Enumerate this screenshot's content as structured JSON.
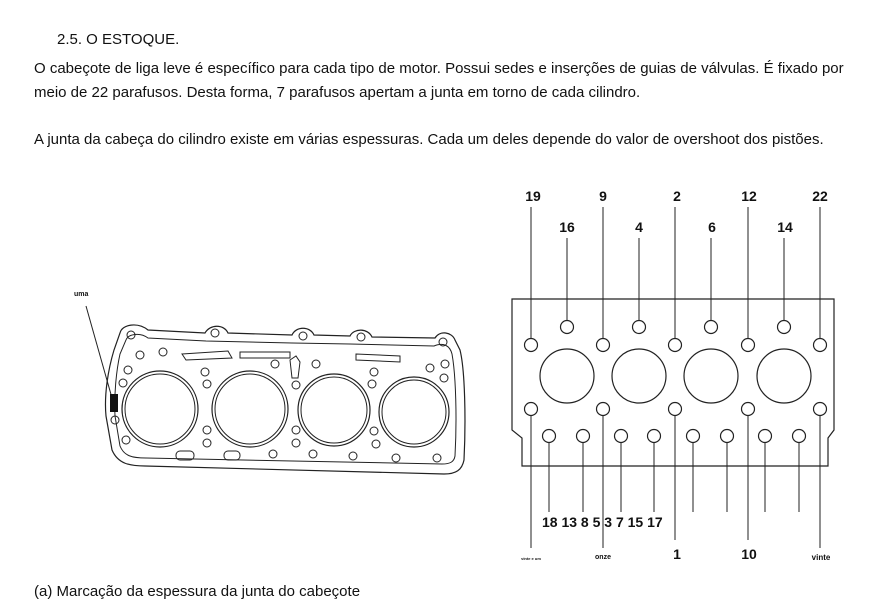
{
  "section": {
    "heading": "2.5. O ESTOQUE.",
    "paragraph_1": "O cabeçote de liga leve é específico para cada tipo de motor. Possui sedes e inserções de guias de válvulas. É fixado por meio de 22 parafusos. Desta forma, 7 parafusos apertam a junta em torno de cada cilindro.",
    "paragraph_2": "A junta da cabeça do cilindro existe em várias espessuras. Cada um deles depende do valor de overshoot dos pistões.",
    "caption": "(a) Marcação da espessura da junta do cabeçote"
  },
  "gasket_figure": {
    "marker_label": "uma"
  },
  "bolt_figure": {
    "top_row_labels": [
      "19",
      "9",
      "2",
      "12",
      "22"
    ],
    "second_row_labels": [
      "16",
      "4",
      "6",
      "14"
    ],
    "bottom_left_label": "18 13 8 5 3 7 15 17",
    "bottom_labels": [
      "1",
      "10"
    ],
    "small_labels": [
      "vinte e um",
      "onze",
      "vinte"
    ]
  }
}
